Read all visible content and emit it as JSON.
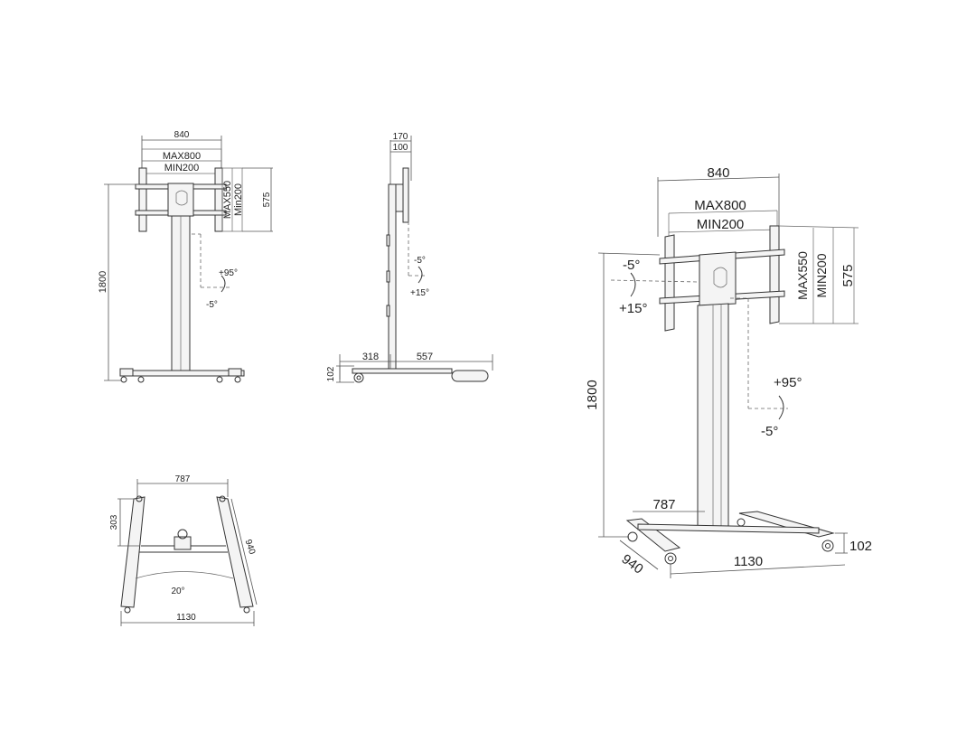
{
  "front_view": {
    "width_840": "840",
    "max800": "MAX800",
    "min200": "MIN200",
    "max550": "MAX550",
    "min200_v": "Min200",
    "h575": "575",
    "h1800": "1800",
    "tilt_up": "+95°",
    "tilt_down": "-5°"
  },
  "side_view": {
    "d170": "170",
    "d100": "100",
    "tilt_up": "-5°",
    "tilt_down": "+15°",
    "d318": "318",
    "d557": "557",
    "d102": "102"
  },
  "top_view": {
    "d787": "787",
    "d303": "303",
    "d940": "940",
    "angle": "20°",
    "d1130": "1130"
  },
  "iso_view": {
    "width_840": "840",
    "max800": "MAX800",
    "min200": "MIN200",
    "max550": "MAX550",
    "min200_v": "MIN200",
    "h575": "575",
    "tilt_a": "-5°",
    "tilt_b": "+15°",
    "h1800": "1800",
    "rot_up": "+95°",
    "rot_down": "-5°",
    "d787": "787",
    "d1130": "1130",
    "d940": "940",
    "d102": "102"
  }
}
